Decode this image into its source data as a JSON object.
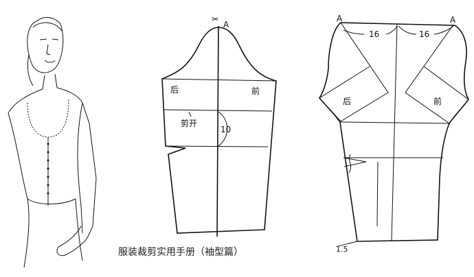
{
  "caption": "服装裁剪实用手册（袖型篇）",
  "sleeve_pattern": {
    "point_a": "A",
    "back": "后",
    "front": "前",
    "cut_open": "剪开",
    "measure": "10"
  },
  "expanded_pattern": {
    "point_a_left": "A",
    "point_a_right": "A",
    "left_measure": "16",
    "right_measure": "16",
    "back": "后",
    "front": "前",
    "hem_measure": "1.5"
  }
}
